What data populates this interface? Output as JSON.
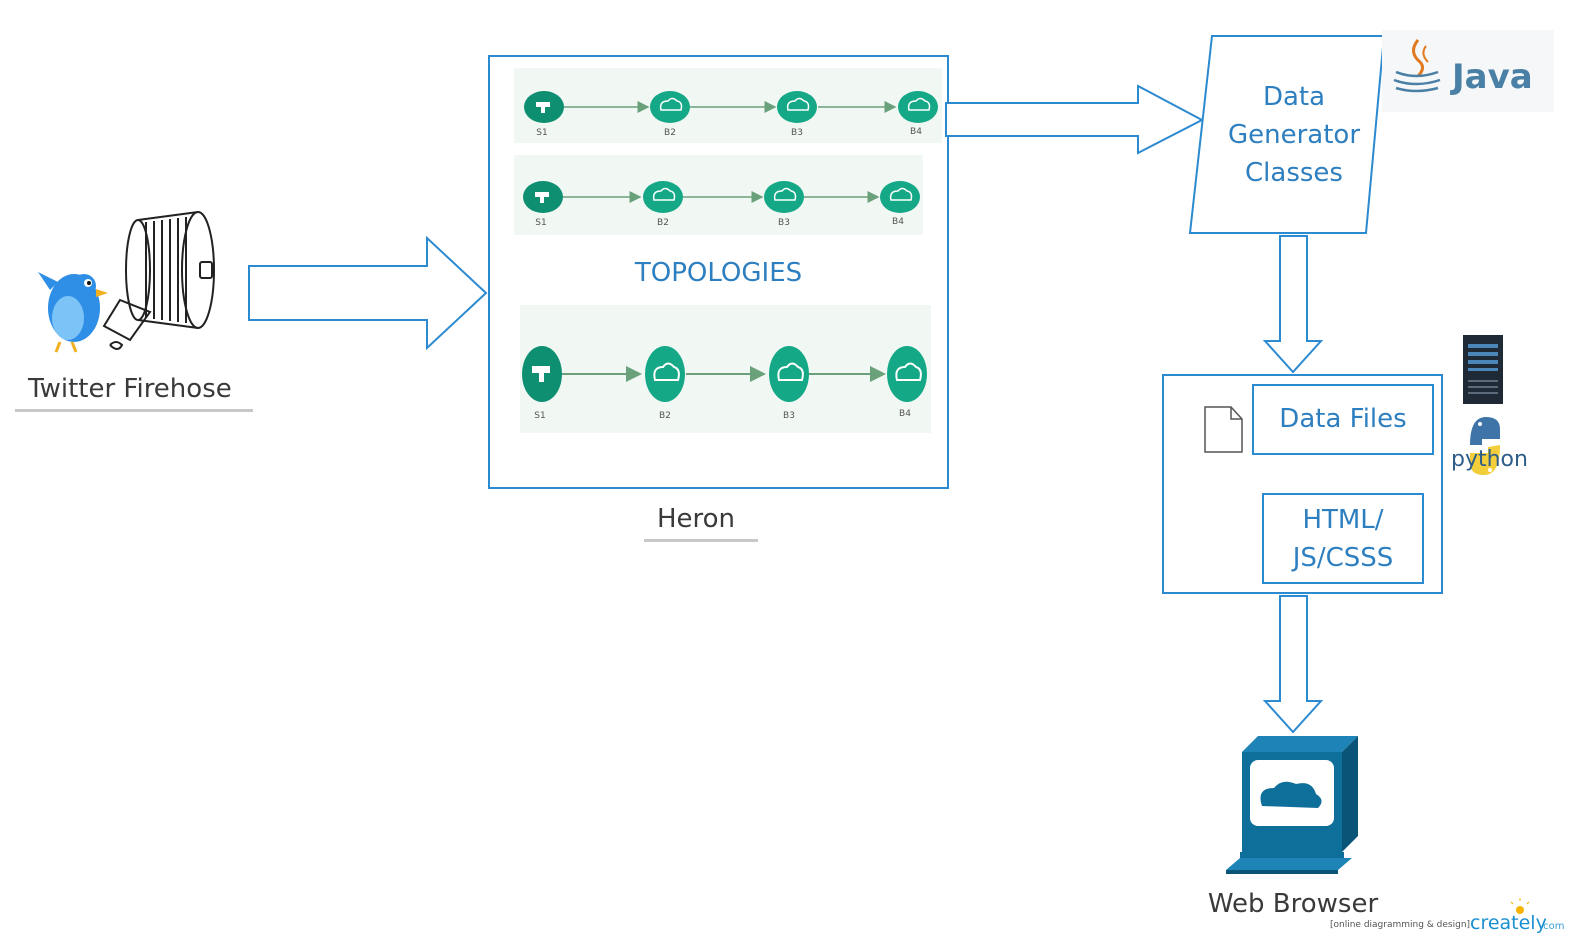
{
  "colors": {
    "arrow_stroke": "#2b8ad0",
    "box_stroke": "#2b8ad0",
    "label_blue": "#2d7fc0",
    "label_dark": "#3a3a3a",
    "node_teal": "#15a887",
    "node_dark_teal": "#0f8f72",
    "monitor_blue": "#0e6f9a"
  },
  "twitter": {
    "label": "Twitter Firehose",
    "icon": "twitter-bird-hose-icon"
  },
  "heron": {
    "label": "Heron",
    "center_label": "TOPOLOGIES",
    "topologies": [
      {
        "nodes": [
          "S1",
          "B2",
          "B3",
          "B4"
        ]
      },
      {
        "nodes": [
          "S1",
          "B2",
          "B3",
          "B4"
        ]
      },
      {
        "nodes": [
          "S1",
          "B2",
          "B3",
          "B4"
        ]
      }
    ]
  },
  "generator": {
    "lines": [
      "Data",
      "Generator",
      "Classes"
    ],
    "logo": "Java",
    "logo_icon": "java-logo-icon"
  },
  "storage": {
    "data_files": "Data Files",
    "html_lines": [
      "HTML/",
      "JS/CSSS"
    ],
    "file_icon": "file-icon",
    "server_icon": "server-icon",
    "python_logo": "python"
  },
  "browser": {
    "label": "Web Browser",
    "icon": "web-browser-icon"
  },
  "watermark": {
    "tagline": "[online diagramming & design]",
    "brand": "creately",
    "domain": ".com"
  }
}
